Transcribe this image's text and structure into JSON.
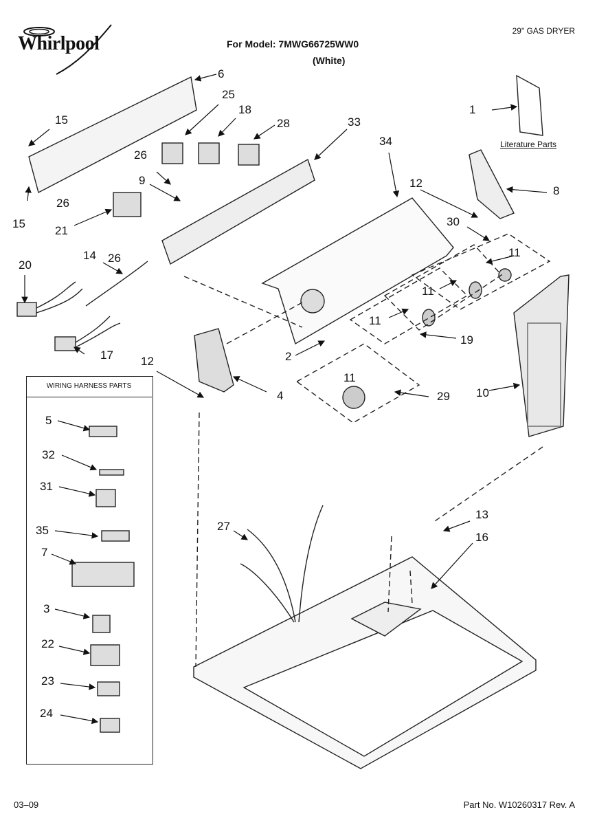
{
  "brand": "Whirlpool",
  "header": {
    "model_line": "For Model: 7MWG66725WW0",
    "color_line": "(White)",
    "product_type": "29\" GAS DRYER"
  },
  "literature_label": "Literature Parts",
  "harness_box_title": "WIRING HARNESS PARTS",
  "callouts": {
    "c1": "1",
    "c6": "6",
    "c25": "25",
    "c18": "18",
    "c28": "28",
    "c33": "33",
    "c34": "34",
    "c15a": "15",
    "c15b": "15",
    "c26a": "26",
    "c26b": "26",
    "c26c": "26",
    "c9": "9",
    "c21": "21",
    "c14": "14",
    "c20": "20",
    "c17": "17",
    "c12a": "12",
    "c12b": "12",
    "c8": "8",
    "c30": "30",
    "c11a": "11",
    "c11b": "11",
    "c11c": "11",
    "c11d": "11",
    "c19": "19",
    "c2": "2",
    "c4": "4",
    "c29": "29",
    "c10": "10",
    "c13": "13",
    "c16": "16",
    "c27": "27",
    "h5": "5",
    "h32": "32",
    "h31": "31",
    "h35": "35",
    "h7": "7",
    "h3": "3",
    "h22": "22",
    "h23": "23",
    "h24": "24"
  },
  "footer": {
    "date": "03–09",
    "part_no": "Part No. W10260317 Rev. A"
  }
}
